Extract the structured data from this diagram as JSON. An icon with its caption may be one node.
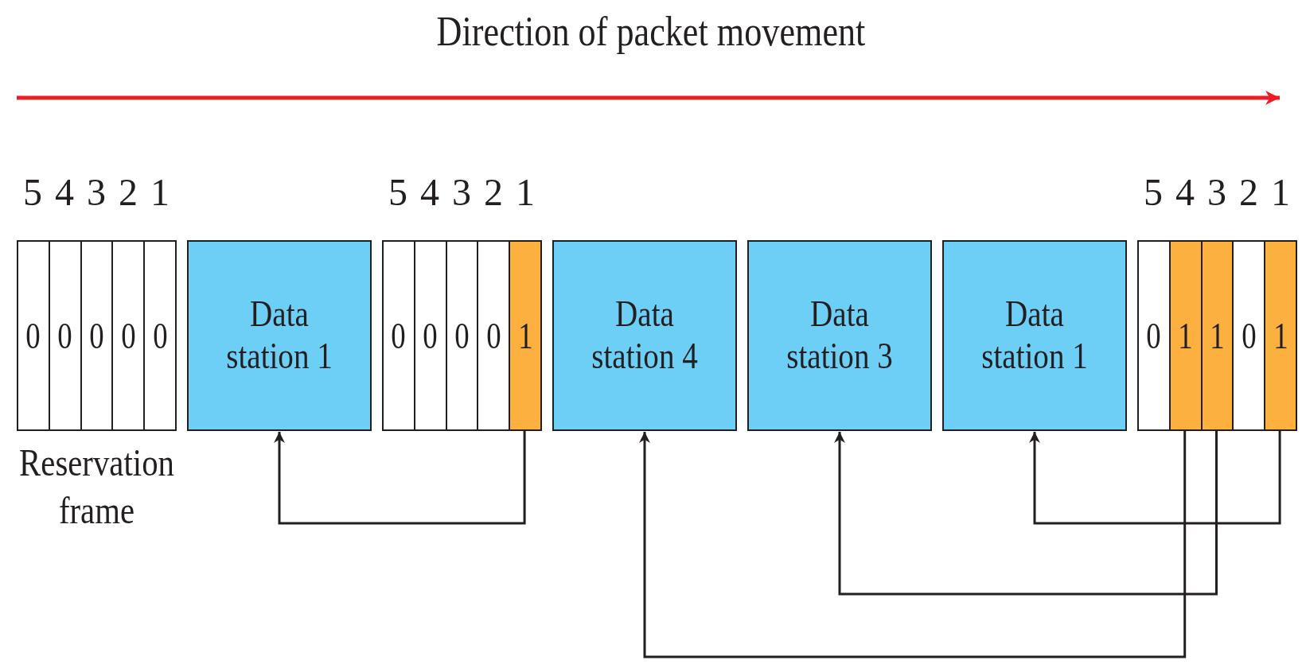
{
  "diagram": {
    "title": "Direction of packet movement",
    "nodes": [
      {
        "text": [],
        "shape": "box",
        "beside": [
          "Reservation frame"
        ]
      },
      {
        "text": [
          "0"
        ],
        "in": 0
      },
      {
        "text": [
          "0"
        ],
        "in": 0
      },
      {
        "text": [
          "0"
        ],
        "in": 0
      },
      {
        "text": [
          "0"
        ],
        "in": 0
      },
      {
        "text": [
          "0"
        ],
        "in": 0
      },
      {
        "text": [
          "Data station 1"
        ]
      },
      {
        "text": [],
        "shape": "box"
      },
      {
        "text": [
          "0"
        ],
        "in": 7
      },
      {
        "text": [
          "0"
        ],
        "in": 7
      },
      {
        "text": [
          "0"
        ],
        "in": 7
      },
      {
        "text": [
          "0"
        ],
        "in": 7
      },
      {
        "text": [
          "1"
        ],
        "in": 7
      },
      {
        "text": [
          "Data station 4"
        ]
      },
      {
        "text": [
          "Data station 3"
        ]
      },
      {
        "text": [
          "Data station 1"
        ]
      },
      {
        "text": [],
        "shape": "box"
      },
      {
        "text": [
          "0"
        ],
        "in": 16
      },
      {
        "text": [
          "1"
        ],
        "in": 16
      },
      {
        "text": [
          "1"
        ],
        "in": 16
      },
      {
        "text": [
          "0"
        ],
        "in": 16
      },
      {
        "text": [
          "1"
        ],
        "in": 16
      }
    ],
    "edges": [
      {
        "from": 12,
        "to": 6,
        "arrow": "to"
      },
      {
        "from": 21,
        "to": 15,
        "arrow": "to"
      },
      {
        "from": 19,
        "to": 14,
        "arrow": "to"
      },
      {
        "from": 18,
        "to": 13,
        "arrow": "to"
      }
    ],
    "labels": [
      "5",
      "4",
      "3",
      "2",
      "1",
      "5",
      "4",
      "3",
      "2",
      "1",
      "5",
      "4",
      "3",
      "2",
      "1"
    ]
  }
}
